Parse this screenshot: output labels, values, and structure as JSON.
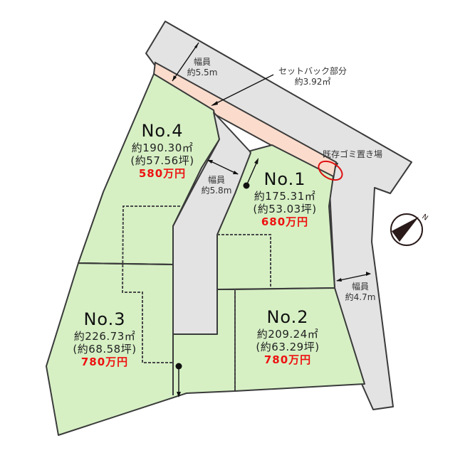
{
  "lots": [
    {
      "id": "No.4",
      "title": "No.4",
      "area_m2": "約190.30㎡",
      "area_tsubo": "(約57.56坪)",
      "price": "580万円"
    },
    {
      "id": "No.1",
      "title": "No.1",
      "area_m2": "約175.31㎡",
      "area_tsubo": "(約53.03坪)",
      "price": "680万円"
    },
    {
      "id": "No.3",
      "title": "No.3",
      "area_m2": "約226.73㎡",
      "area_tsubo": "(約68.58坪)",
      "price": "780万円"
    },
    {
      "id": "No.2",
      "title": "No.2",
      "area_m2": "約209.24㎡",
      "area_tsubo": "(約63.29坪)",
      "price": "780万円"
    }
  ],
  "annotations": {
    "road_top": {
      "label": "幅員",
      "value": "約5.5m"
    },
    "setback": {
      "label": "セットバック部分",
      "value": "約3.92㎡"
    },
    "garbage": {
      "label": "既存ゴミ置き場"
    },
    "road_inner": {
      "label": "幅員",
      "value": "約5.8m"
    },
    "road_right": {
      "label": "幅員",
      "value": "約4.7m"
    }
  },
  "compass": {
    "label": "N",
    "icon": "north-arrow-icon"
  },
  "colors": {
    "lot_fill": "#d6f0c4",
    "road_fill": "#e3e3e3",
    "setback_fill": "#fbdccc",
    "price_red": "#ee1111",
    "garbage_marker": "#dd1111"
  }
}
